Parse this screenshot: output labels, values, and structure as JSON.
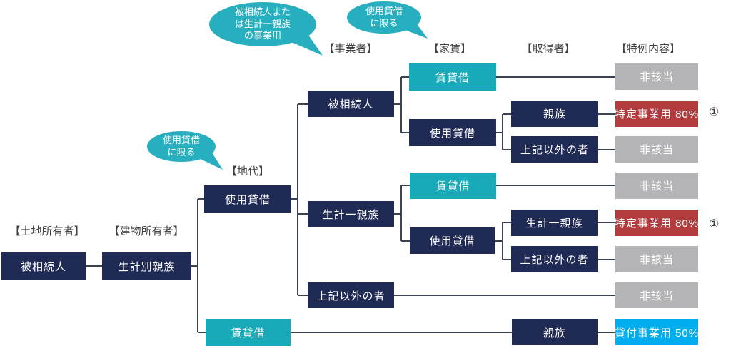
{
  "headers": {
    "land_owner": "【土地所有者】",
    "building_owner": "【建物所有者】",
    "ground_rent": "【地代】",
    "business_operator": "【事業者】",
    "house_rent": "【家賃】",
    "acquirer": "【取得者】",
    "special_provision": "【特例内容】"
  },
  "callouts": {
    "business_use": {
      "lines": [
        "被相続人また",
        "は生計一親族",
        "の事業用"
      ]
    },
    "loan_only_top": {
      "lines": [
        "使用貸借",
        "に限る"
      ]
    },
    "loan_only_mid": {
      "lines": [
        "使用貸借",
        "に限る"
      ]
    }
  },
  "nodes": {
    "land_owner": "被相続人",
    "building_owner": "生計別親族",
    "ground_rent_loan": "使用貸借",
    "ground_rent_lease": "賃貸借",
    "operator_decedent": "被相続人",
    "operator_same_household": "生計一親族",
    "operator_other": "上記以外の者",
    "rent1_lease": "賃貸借",
    "rent1_loan": "使用貸借",
    "rent2_lease": "賃貸借",
    "rent2_loan": "使用貸借",
    "acq1_relative": "親族",
    "acq1_other": "上記以外の者",
    "acq2_same_household": "生計一親族",
    "acq2_other": "上記以外の者",
    "acq3_relative": "親族",
    "res_na_1": "非該当",
    "res_specified_1": "特定事業用 80%",
    "res_na_2": "非該当",
    "res_na_3": "非該当",
    "res_specified_2": "特定事業用 80%",
    "res_na_4": "非該当",
    "res_na_5": "非該当",
    "res_rental": "貸付事業用 50%"
  },
  "marks": {
    "circle_one_top": "①",
    "circle_one_mid": "①"
  },
  "colors": {
    "navy": "#1f2a55",
    "teal": "#19aaba",
    "gray": "#b4b4b6",
    "red": "#b23c3d",
    "cyan": "#00aeef",
    "bubble": "#27aebf",
    "line": "#3a4254"
  }
}
